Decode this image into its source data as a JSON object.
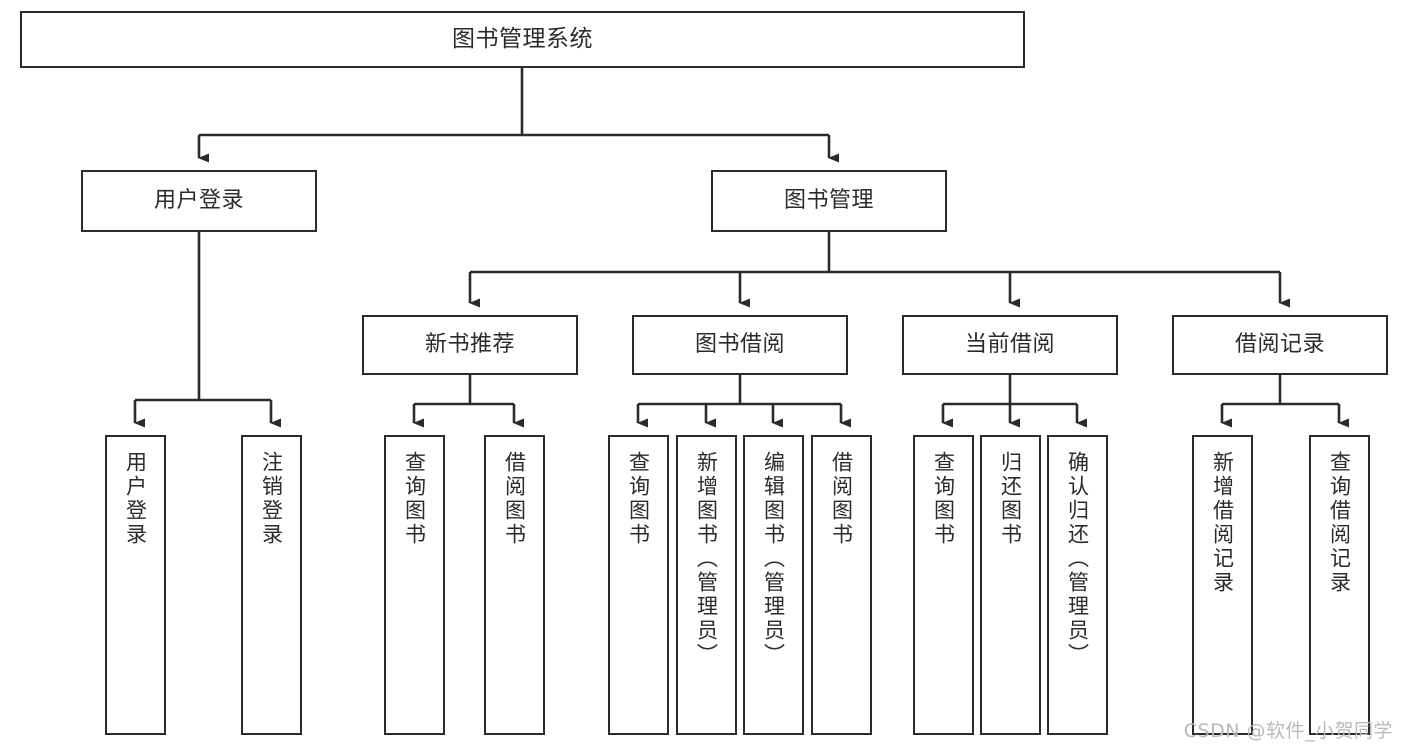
{
  "diagram": {
    "title": "图书管理系统",
    "type": "tree",
    "watermark": "CSDN @软件_小贺同学",
    "colors": {
      "node_border": "#2b2b2b",
      "node_fill": "#ffffff",
      "edge": "#2b2b2b",
      "text": "#2b2b2b",
      "watermark": "#b9b9b9",
      "background": "#ffffff"
    },
    "nodes": {
      "root": {
        "label": "图书管理系统"
      },
      "level2": [
        {
          "label": "用户登录"
        },
        {
          "label": "图书管理"
        }
      ],
      "level3": [
        {
          "label": "新书推荐"
        },
        {
          "label": "图书借阅"
        },
        {
          "label": "当前借阅"
        },
        {
          "label": "借阅记录"
        }
      ],
      "leaves_user_login": [
        {
          "label": "用户登录"
        },
        {
          "label": "注销登录"
        }
      ],
      "leaves_new_book": [
        {
          "label": "查询图书"
        },
        {
          "label": "借阅图书"
        }
      ],
      "leaves_borrow": [
        {
          "label": "查询图书"
        },
        {
          "label": "新增图书（管理员）"
        },
        {
          "label": "编辑图书（管理员）"
        },
        {
          "label": "借阅图书"
        }
      ],
      "leaves_current": [
        {
          "label": "查询图书"
        },
        {
          "label": "归还图书"
        },
        {
          "label": "确认归还（管理员）"
        }
      ],
      "leaves_records": [
        {
          "label": "新增借阅记录"
        },
        {
          "label": "查询借阅记录"
        }
      ]
    }
  }
}
